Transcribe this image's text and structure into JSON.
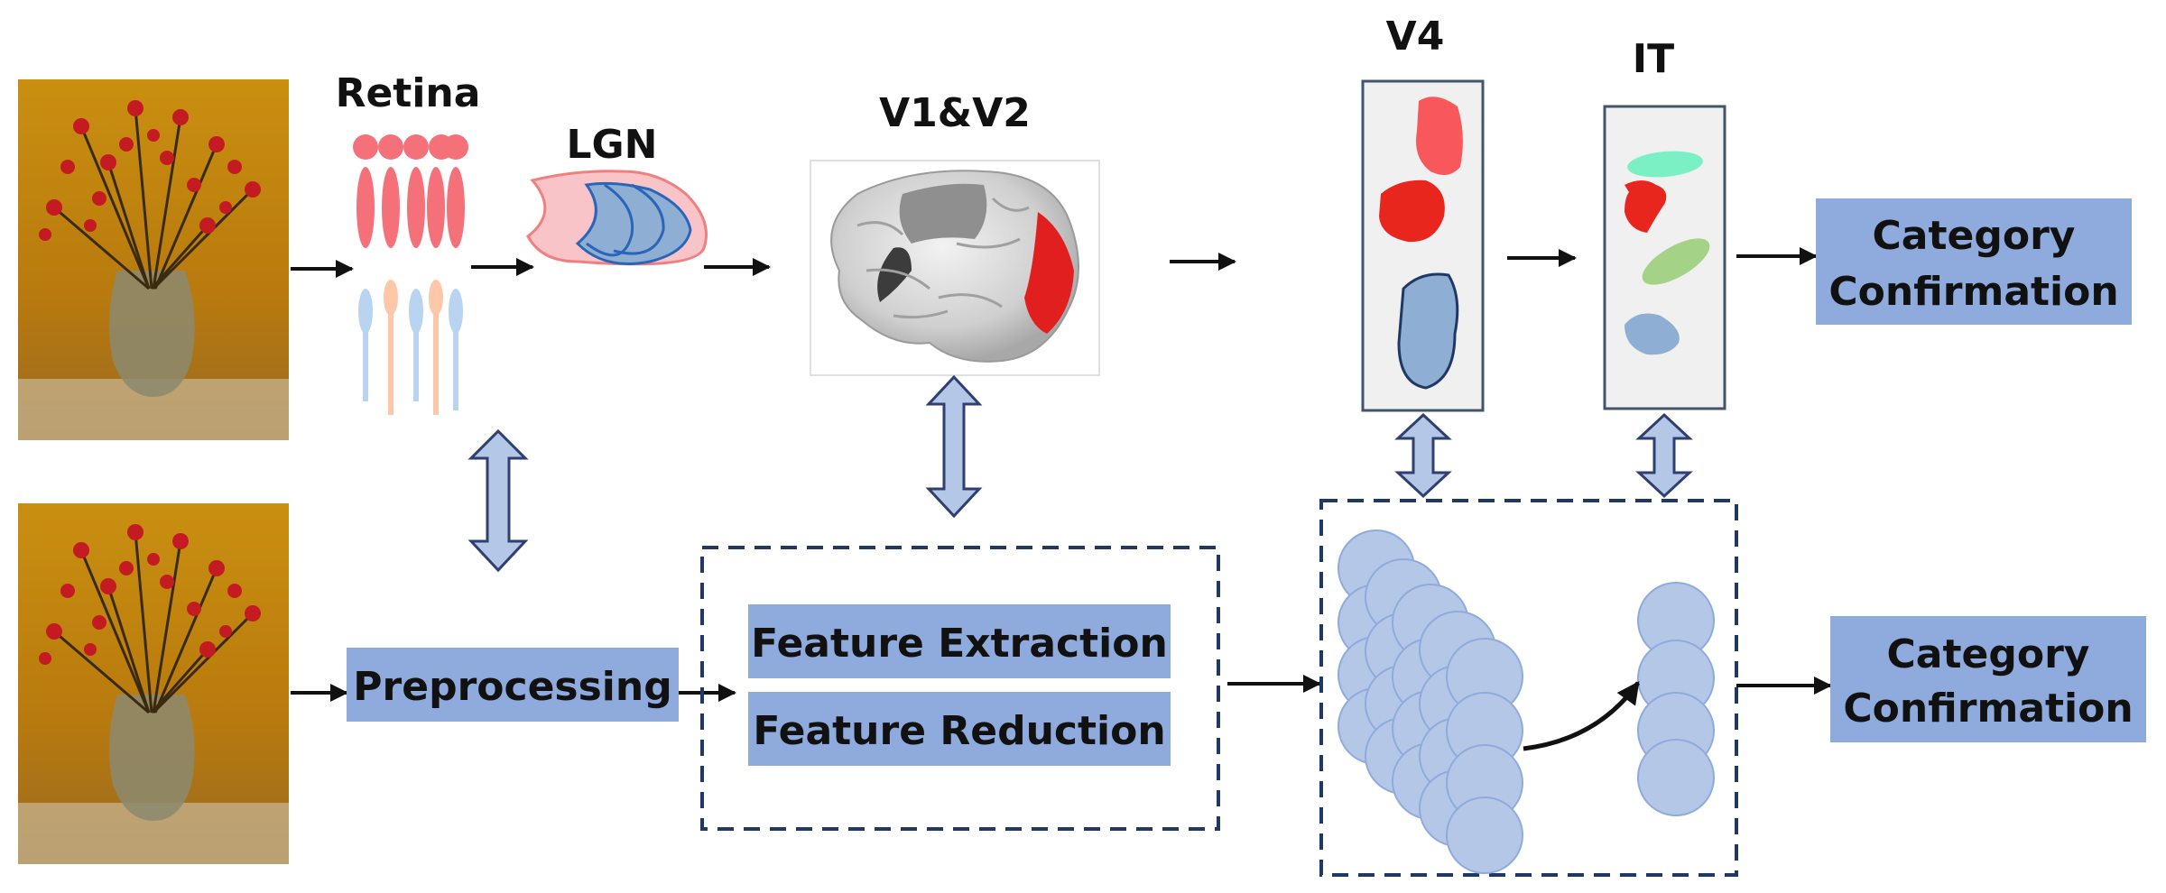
{
  "labels": {
    "retina": "Retina",
    "lgn": "LGN",
    "v1v2": "V1&V2",
    "v4": "V4",
    "it": "IT"
  },
  "boxes": {
    "category_top": [
      "Category",
      "Confirmation"
    ],
    "category_bottom": [
      "Category",
      "Confirmation"
    ],
    "preprocessing": "Preprocessing",
    "feature_extraction": "Feature Extraction",
    "feature_reduction": "Feature Reduction"
  },
  "colors": {
    "box_fill": "#8faadc",
    "arrow": "#111111",
    "dashed_border": "#1f3864",
    "neuron_fill": "#b4c7e7",
    "neuron_stroke": "#8faadc",
    "double_arrow_fill": "#b4c7e7",
    "double_arrow_stroke": "#2f3f6f",
    "panel_fill": "#f0f0f0",
    "panel_stroke": "#44546a",
    "red": "#e8261e",
    "light_red": "#f8585c",
    "pink": "#f9c4c7",
    "blue_shape": "#8faed3",
    "teal": "#7bf0c4",
    "green": "#a4d387",
    "photo_bg": "#c58a12"
  }
}
